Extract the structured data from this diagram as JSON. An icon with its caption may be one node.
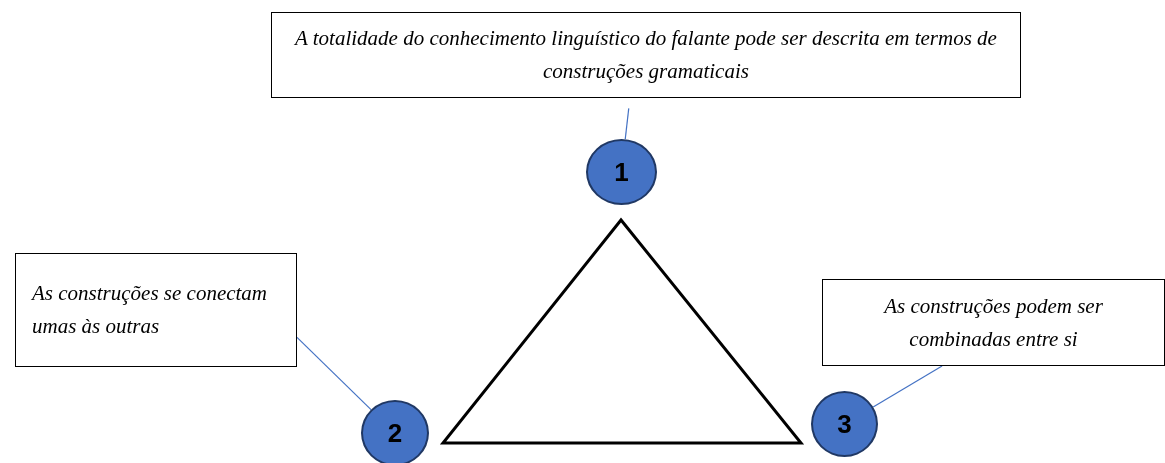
{
  "diagram": {
    "nodes": [
      {
        "text": [
          "A totalidade do conhecimento linguístico do falante pode ser descrita em termos de construções gramaticais"
        ]
      },
      {
        "text": [
          "1"
        ]
      },
      {
        "text": [
          "As construções se conectam umas às outras"
        ]
      },
      {
        "text": [
          "2"
        ]
      },
      {
        "text": [
          "As construções podem ser combinadas entre si"
        ]
      },
      {
        "text": [
          "3"
        ]
      }
    ],
    "edges": [
      {
        "from": 0,
        "to": 1,
        "arrow": "none"
      },
      {
        "from": 2,
        "to": 3,
        "arrow": "none"
      },
      {
        "from": 4,
        "to": 5,
        "arrow": "none"
      }
    ]
  }
}
